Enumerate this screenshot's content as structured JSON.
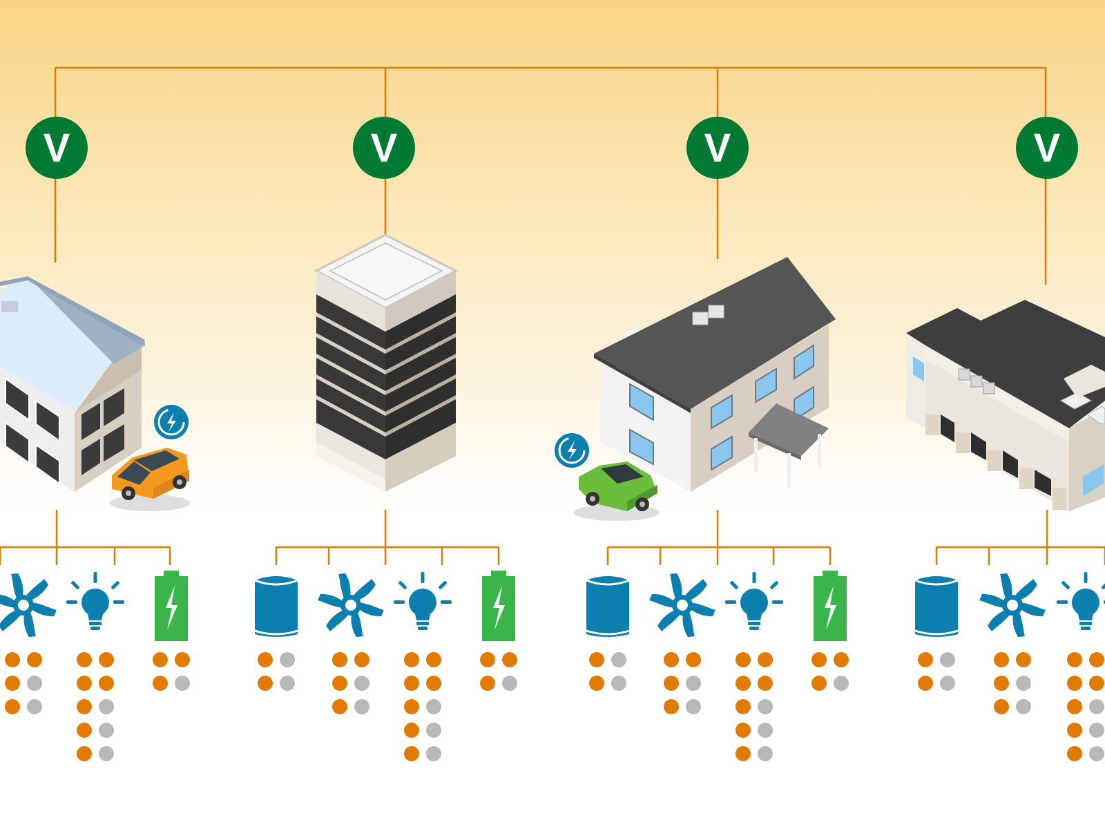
{
  "colors": {
    "wire": "#e07b00",
    "meter_green": "#007a33",
    "device_blue": "#0b7fae",
    "battery_green": "#3ab54a",
    "dot_on": "#e07b00",
    "dot_off": "#b8b8b8",
    "bg_top": "#f8d486",
    "bg_bottom": "#ffffff"
  },
  "meter_label": "V",
  "buildings": [
    {
      "kind": "gable-house-blue-roof",
      "ev": "orange-car",
      "devices": [
        {
          "icon": "fan-icon",
          "dots": [
            [
              1,
              1
            ],
            [
              1,
              0
            ],
            [
              1,
              0
            ]
          ]
        },
        {
          "icon": "lightbulb-icon",
          "dots": [
            [
              1,
              1
            ],
            [
              1,
              1
            ],
            [
              1,
              0
            ],
            [
              1,
              0
            ],
            [
              1,
              0
            ]
          ]
        },
        {
          "icon": "battery-icon",
          "dots": [
            [
              1,
              1
            ],
            [
              1,
              0
            ]
          ]
        }
      ]
    },
    {
      "kind": "office-tower",
      "ev": "",
      "devices": [
        {
          "icon": "water-heater-icon",
          "dots": [
            [
              1,
              0
            ],
            [
              1,
              0
            ]
          ]
        },
        {
          "icon": "fan-icon",
          "dots": [
            [
              1,
              1
            ],
            [
              1,
              0
            ],
            [
              1,
              0
            ]
          ]
        },
        {
          "icon": "lightbulb-icon",
          "dots": [
            [
              1,
              1
            ],
            [
              1,
              1
            ],
            [
              1,
              0
            ],
            [
              1,
              0
            ],
            [
              1,
              0
            ]
          ]
        },
        {
          "icon": "battery-icon",
          "dots": [
            [
              1,
              1
            ],
            [
              1,
              0
            ]
          ]
        }
      ]
    },
    {
      "kind": "gable-house-dark-roof",
      "ev": "green-car",
      "devices": [
        {
          "icon": "water-heater-icon",
          "dots": [
            [
              1,
              0
            ],
            [
              1,
              0
            ]
          ]
        },
        {
          "icon": "fan-icon",
          "dots": [
            [
              1,
              1
            ],
            [
              1,
              0
            ],
            [
              1,
              0
            ]
          ]
        },
        {
          "icon": "lightbulb-icon",
          "dots": [
            [
              1,
              1
            ],
            [
              1,
              1
            ],
            [
              1,
              0
            ],
            [
              1,
              0
            ],
            [
              1,
              0
            ]
          ]
        },
        {
          "icon": "battery-icon",
          "dots": [
            [
              1,
              1
            ],
            [
              1,
              0
            ]
          ]
        }
      ]
    },
    {
      "kind": "flat-roof-complex",
      "ev": "",
      "devices": [
        {
          "icon": "water-heater-icon",
          "dots": [
            [
              1,
              0
            ],
            [
              1,
              0
            ]
          ]
        },
        {
          "icon": "fan-icon",
          "dots": [
            [
              1,
              1
            ],
            [
              1,
              0
            ],
            [
              1,
              0
            ]
          ]
        },
        {
          "icon": "lightbulb-icon",
          "dots": [
            [
              1,
              1
            ],
            [
              1,
              1
            ],
            [
              1,
              0
            ],
            [
              1,
              0
            ],
            [
              1,
              0
            ]
          ]
        }
      ]
    }
  ]
}
